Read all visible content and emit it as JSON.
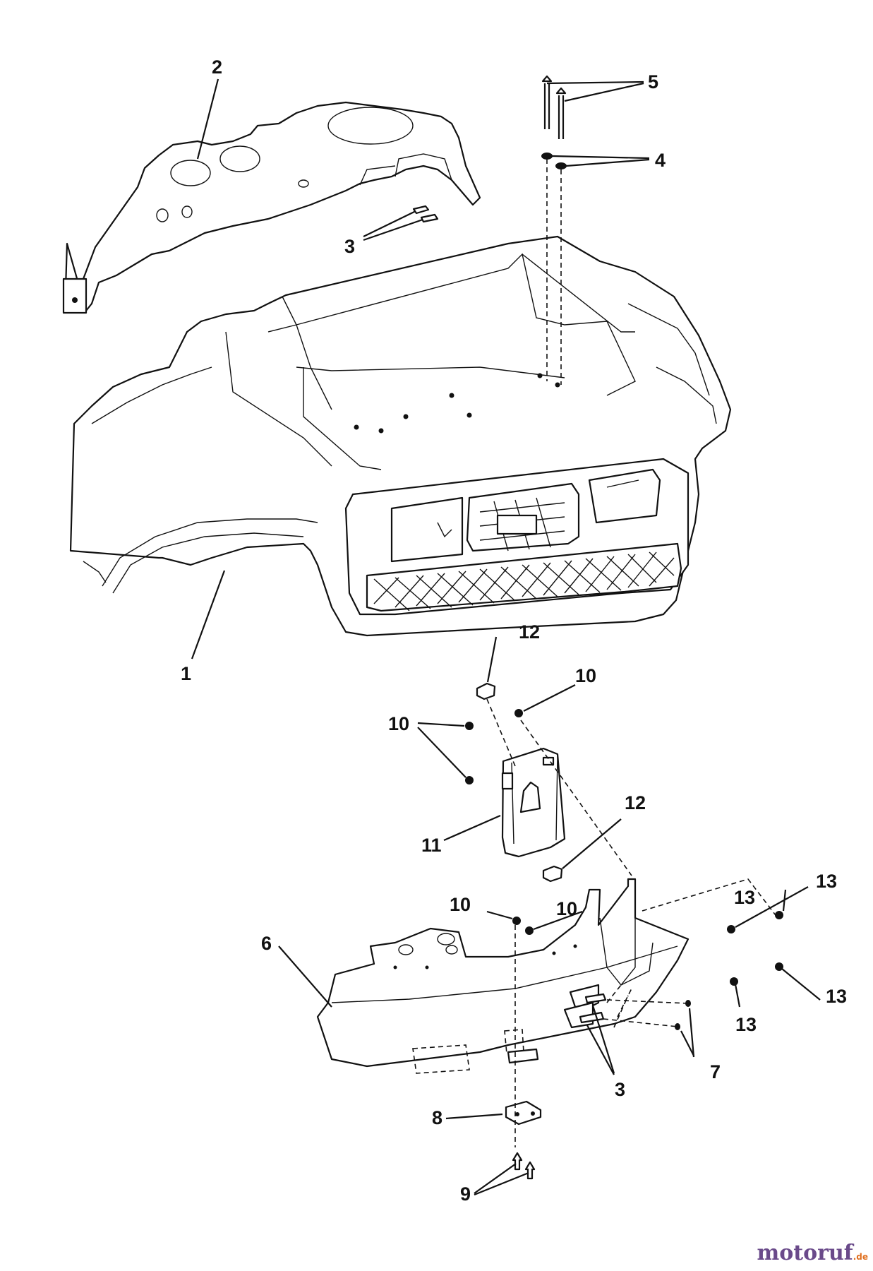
{
  "callouts": {
    "c1": "1",
    "c2": "2",
    "c3a": "3",
    "c3b": "3",
    "c4": "4",
    "c5": "5",
    "c6": "6",
    "c7": "7",
    "c8": "8",
    "c9": "9",
    "c10a": "10",
    "c10b": "10",
    "c10c": "10",
    "c10d": "10",
    "c11": "11",
    "c12a": "12",
    "c12b": "12",
    "c13a": "13",
    "c13b": "13",
    "c13c": "13",
    "c13d": "13"
  },
  "watermark": {
    "brand": "motoruf",
    "suffix": ".de",
    "brand_color": "#6a4a8a",
    "accent_color": "#e07020"
  }
}
